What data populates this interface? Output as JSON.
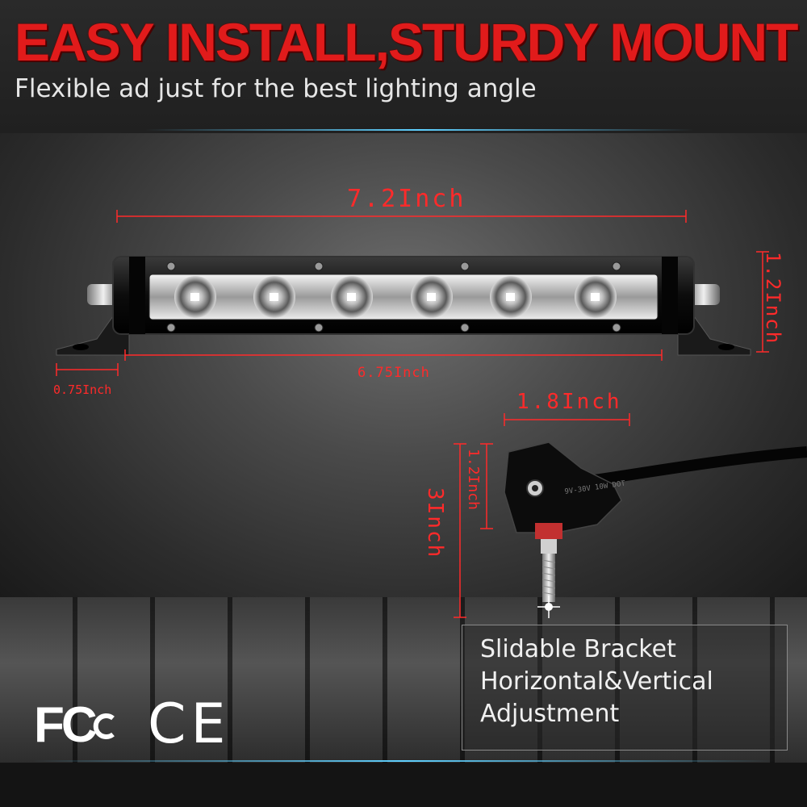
{
  "headline": "EASY INSTALL,STURDY MOUNT",
  "subline": "Flexible ad just for the best lighting angle",
  "dimensions": {
    "overall_length": "7.2Inch",
    "height": "1.2Inch",
    "body_length": "6.75Inch",
    "bracket_offset": "0.75Inch",
    "bracket_width": "1.8Inch",
    "bracket_height": "1.2Inch",
    "total_height": "3Inch"
  },
  "caption": {
    "line1": "Slidable Bracket",
    "line2": "Horizontal&Vertical",
    "line3": "Adjustment"
  },
  "certifications": {
    "fcc": "FC",
    "ce": "CE"
  },
  "colors": {
    "headline": "#e11b1b",
    "dimension": "#ff2a2a",
    "glow": "#5fd0ff"
  }
}
